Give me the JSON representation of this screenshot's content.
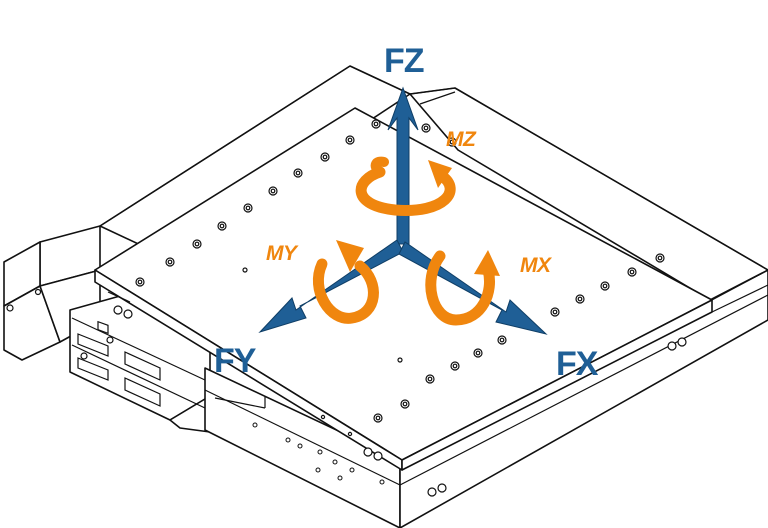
{
  "labels": {
    "fz": "FZ",
    "fy": "FY",
    "fx": "FX",
    "mz": "MZ",
    "my": "MY",
    "mx": "MX"
  },
  "colors": {
    "force": "#1f5f96",
    "force_light": "#2f78b4",
    "moment": "#f0860e",
    "moment_dark": "#c96a06",
    "line": "#111111",
    "panel": "#ffffff"
  },
  "icons": {
    "device": "force-torque-sensor-plate",
    "connector": "dsub-connector-icon"
  }
}
